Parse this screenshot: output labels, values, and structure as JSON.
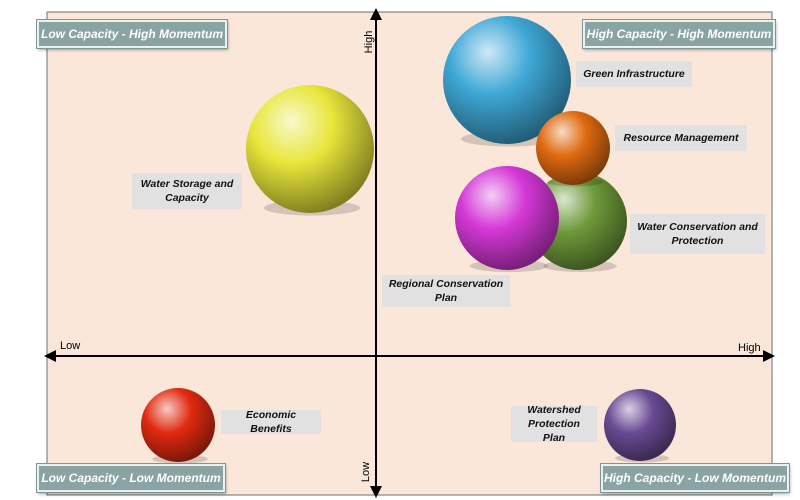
{
  "quadrants": {
    "top_left": "Low Capacity - High Momentum",
    "top_right": "High Capacity - High Momentum",
    "bottom_left": "Low Capacity - Low Momentum",
    "bottom_right": "High Capacity - Low Momentum"
  },
  "axes": {
    "x_low": "Low",
    "x_high": "High",
    "y_high": "High",
    "y_low": "Low"
  },
  "bubbles": [
    {
      "label": "Green Infrastructure",
      "color": "#3ea8d6"
    },
    {
      "label": "Resource Management",
      "color": "#e06a10"
    },
    {
      "label": "Water Conservation and Protection",
      "color": "#6e9a3a"
    },
    {
      "label": "Regional Conservation Plan",
      "color": "#d438d6"
    },
    {
      "label": "Water Storage and Capacity",
      "color": "#e8e63a"
    },
    {
      "label": "Economic Benefits",
      "color": "#e02a10"
    },
    {
      "label": "Watershed Protection Plan",
      "color": "#6a4a94"
    }
  ],
  "colors": {
    "background": "#fbe6da",
    "axis": "#000000",
    "quadrant_label": "#8aa3a3"
  }
}
